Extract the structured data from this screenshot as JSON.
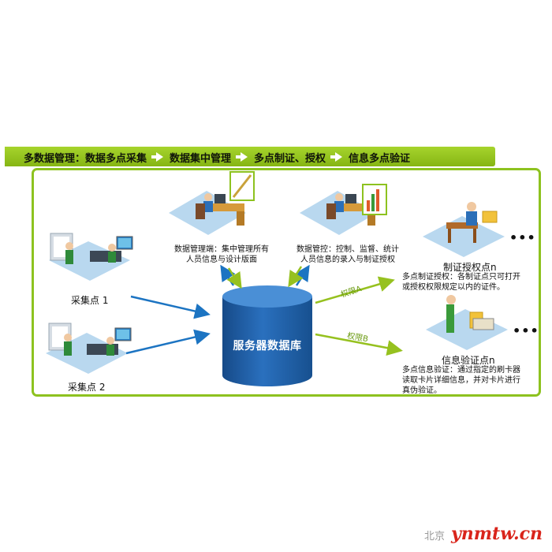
{
  "header": {
    "steps": [
      "多数据管理：数据多点采集",
      "数据集中管理",
      "多点制证、授权",
      "信息多点验证"
    ]
  },
  "nodes": {
    "collect_1": {
      "label": "采集点 1"
    },
    "collect_2": {
      "label": "采集点 2"
    },
    "admin_1": {
      "desc_line1": "数据管理端：集中管理所有",
      "desc_line2": "人员信息与设计版面"
    },
    "admin_2": {
      "desc_line1": "数据管控：控制、监督、统计",
      "desc_line2": "人员信息的录入与制证授权"
    },
    "database": {
      "label": "服务器数据库"
    },
    "issue_point": {
      "title": "制证授权点n",
      "desc_line1": "多点制证授权：各制证点只可打开",
      "desc_line2": "或授权权限规定以内的证件。"
    },
    "verify_point": {
      "title": "信息验证点n",
      "desc_line1": "多点信息验证：通过指定的刷卡器",
      "desc_line2": "读取卡片详细信息，并对卡片进行",
      "desc_line3": "真伪验证。"
    },
    "more_marker": "•••"
  },
  "arrows": {
    "permission_a": "权限A",
    "permission_b": "权限B"
  },
  "watermark": {
    "city": "北京",
    "site": "ynmtw.cn"
  },
  "colors": {
    "green_accent": "#8dc21f",
    "db_blue": "#1f5fa8",
    "arrow_blue": "#1c74c2",
    "arrow_green": "#96c11f"
  }
}
